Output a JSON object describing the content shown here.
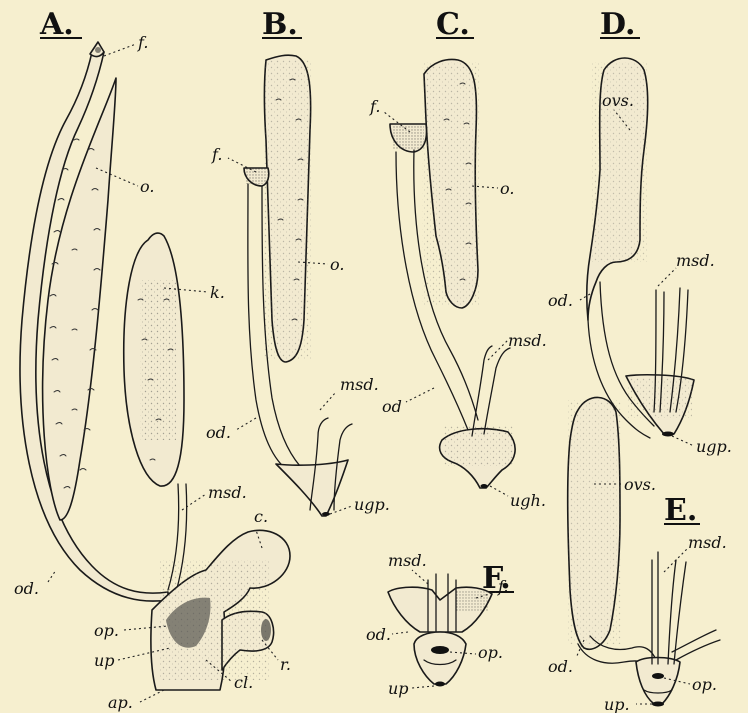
{
  "panels": {
    "A": {
      "letter": "A.",
      "labels": {
        "f": "f.",
        "o": "o.",
        "k": "k.",
        "msd": "msd.",
        "c": "c.",
        "od": "od.",
        "op": "op.",
        "up": "up",
        "r": "r.",
        "cl": "cl.",
        "ap": "ap."
      }
    },
    "B": {
      "letter": "B.",
      "labels": {
        "f": "f.",
        "o": "o.",
        "msd": "msd.",
        "od": "od.",
        "ugp": "ugp."
      }
    },
    "C": {
      "letter": "C.",
      "labels": {
        "f": "f.",
        "o": "o.",
        "msd": "msd.",
        "od": "od",
        "ugh": "ugh."
      }
    },
    "D": {
      "letter": "D.",
      "labels": {
        "ovs": "ovs.",
        "msd": "msd.",
        "od": "od.",
        "ugp": "ugp."
      }
    },
    "E": {
      "letter": "E.",
      "labels": {
        "ovs": "ovs.",
        "msd": "msd.",
        "od": "od.",
        "op": "op.",
        "up": "up."
      }
    },
    "F": {
      "letter": "F.",
      "labels": {
        "msd": "msd.",
        "f": "f.",
        "od": "od.",
        "op": "op.",
        "up": "up"
      }
    }
  }
}
